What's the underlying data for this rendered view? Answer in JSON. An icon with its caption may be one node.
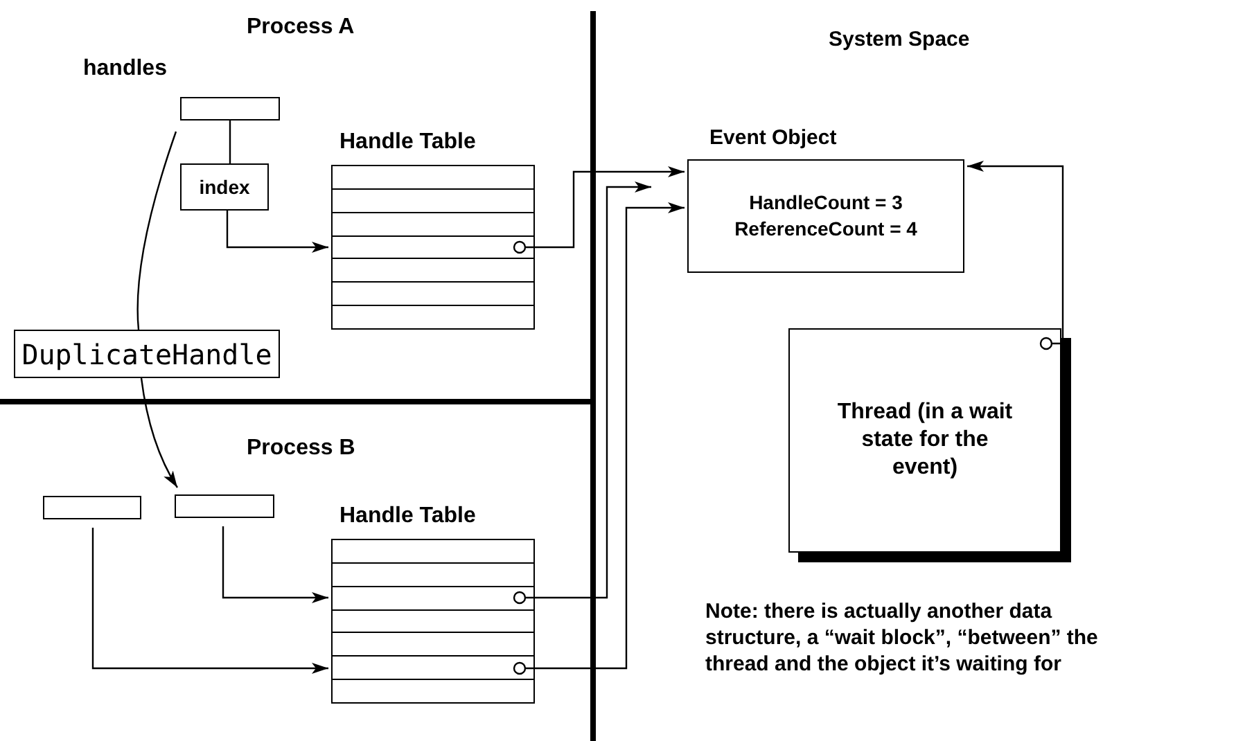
{
  "diagram": {
    "nodes": [
      {
        "text": [],
        "shape": "box",
        "beside": [
          "handles"
        ]
      },
      {
        "text": [
          "index"
        ]
      },
      {
        "text": [
          "Handle Table"
        ]
      },
      {
        "text": [
          "DuplicateHandle"
        ]
      },
      {
        "text": [],
        "shape": "box"
      },
      {
        "text": [],
        "shape": "box"
      },
      {
        "text": [
          "Handle Table"
        ]
      },
      {
        "text": [
          "Event Object",
          "HandleCount = 3 ReferenceCount = 4"
        ]
      },
      {
        "text": [
          "Thread (in a wait state for the event)"
        ]
      }
    ],
    "edges": [
      {
        "from": 0,
        "to": 1,
        "arrow": "none"
      },
      {
        "from": 1,
        "to": 2,
        "arrow": "to"
      },
      {
        "from": 0,
        "to": 3,
        "arrow": "none"
      },
      {
        "from": 3,
        "to": 5,
        "arrow": "to"
      },
      {
        "from": 5,
        "to": 6,
        "arrow": "to"
      },
      {
        "from": 4,
        "to": 6,
        "arrow": "to"
      },
      {
        "from": 2,
        "to": 7,
        "arrow": "to"
      },
      {
        "from": 6,
        "to": 7,
        "arrow": "to"
      },
      {
        "from": 6,
        "to": 7,
        "arrow": "to"
      },
      {
        "from": 8,
        "to": 7,
        "arrow": "to"
      }
    ],
    "labels": [
      "Process A",
      "System Space",
      "Process B",
      "Note: there is actually another data structure, a “wait block”, “between” the thread and the object it’s waiting for"
    ]
  }
}
